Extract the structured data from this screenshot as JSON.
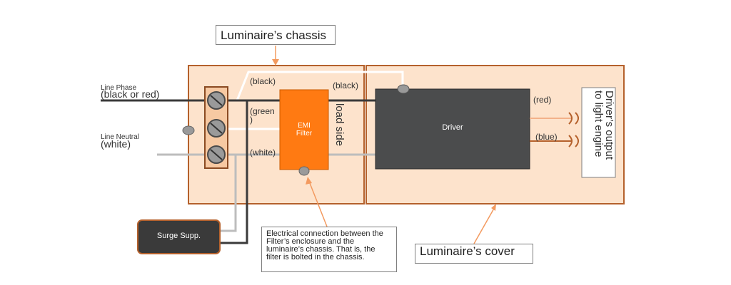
{
  "labels": {
    "chassis_callout": "Luminaire’s chassis",
    "cover_callout": "Luminaire’s cover",
    "line_phase_title": "Line Phase",
    "line_phase_sub": "(black or red)",
    "line_neutral_title": "Line Neutral",
    "line_neutral_sub": "(white)",
    "wire_black_top": "(black)",
    "wire_black_right": "(black)",
    "wire_green": "(green",
    "wire_green_close": ")",
    "wire_white": "(white)",
    "load_side": "load side",
    "emi_filter_line1": "EMI",
    "emi_filter_line2": "Filter",
    "driver": "Driver",
    "wire_red": "(red)",
    "wire_blue": "(blue)",
    "drivers_output_line1": "Driver’s output",
    "drivers_output_line2": "to light engine",
    "surge_supp": "Surge Supp.",
    "note_callout": "Electrical connection between the Filter’s enclosure and the luminaire’s chassis. That is, the filter is bolted in the chassis."
  },
  "colors": {
    "chassis_fill": "#fde3cc",
    "border_brown": "#b5612c",
    "emi_filter": "#ff7a12",
    "driver_box": "#4b4c4d",
    "surge_box": "#3a3a3a",
    "arrow_orange": "#f39a5f"
  }
}
